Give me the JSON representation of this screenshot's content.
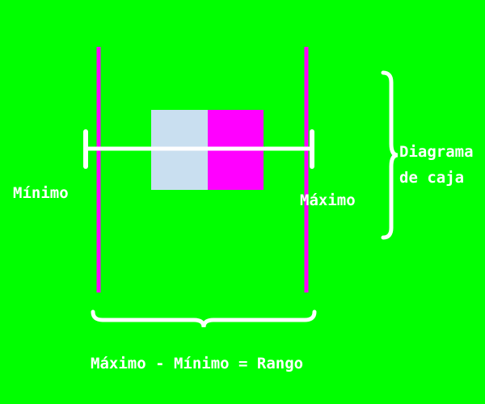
{
  "labels": {
    "minimum": "Mínimo",
    "maximum": "Máximo",
    "box_diagram_line1": "Diagrama",
    "box_diagram_line2": "de caja",
    "range_formula": "Máximo - Mínimo = Rango"
  },
  "colors": {
    "background": "#00ff00",
    "boundary_lines": "#ff00ff",
    "box_left": "#c9dff0",
    "box_right": "#ff00ff",
    "whisker": "#ffffff",
    "braces": "#ffffff",
    "text": "#ffffff"
  }
}
